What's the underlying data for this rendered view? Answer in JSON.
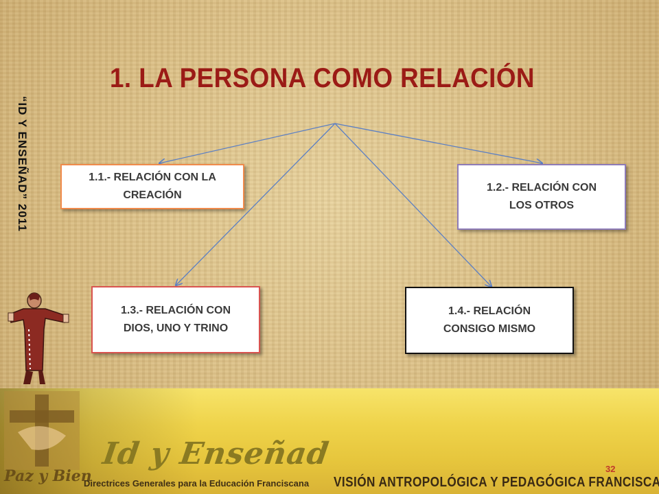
{
  "slide": {
    "title": "1.  LA PERSONA COMO RELACIÓN",
    "side_label": "“ID Y ENSEÑAD” 2011",
    "page_number": "32"
  },
  "boxes": [
    {
      "line1": "1.1.- RELACIÓN CON LA",
      "line2": "CREACIÓN",
      "border_color": "#f08a4b"
    },
    {
      "line1": "1.2.- RELACIÓN CON",
      "line2": "LOS OTROS",
      "border_color": "#8d7bb8"
    },
    {
      "line1": "1.3.- RELACIÓN CON",
      "line2": "DIOS, UNO Y TRINO",
      "border_color": "#d9534f"
    },
    {
      "line1": "1.4.- RELACIÓN",
      "line2": "CONSIGO MISMO",
      "border_color": "#111111"
    }
  ],
  "footer": {
    "script_title": "Id y Enseñad",
    "motto": "Paz y Bien",
    "subtitle": "Directrices Generales para la Educación Franciscana",
    "banner": "VISIÓN ANTROPOLÓGICA Y PEDAGÓGICA FRANCISCANA"
  },
  "colors": {
    "title": "#9b1b16",
    "connector": "#5b7fc4",
    "footer_gold": "#efd34a"
  }
}
